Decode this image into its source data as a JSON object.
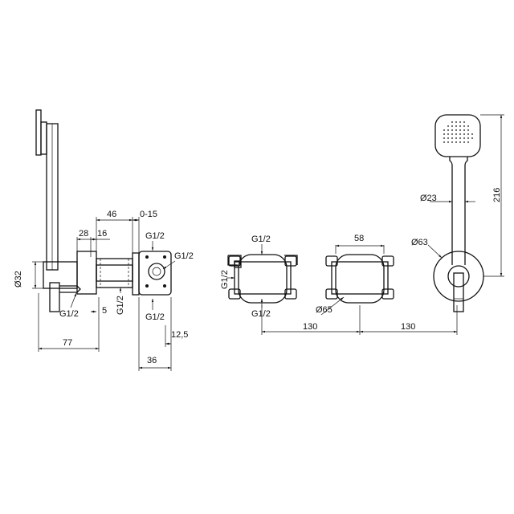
{
  "colors": {
    "line": "#111111",
    "background": "#ffffff"
  },
  "side_view": {
    "dims": {
      "d46": "46",
      "d0_15": "0-15",
      "d28": "28",
      "d16": "16",
      "g12_top": "G1/2",
      "g12_right": "G1/2",
      "g12_mid_vertical": "G1/2",
      "g12_bottom_left": "G1/2",
      "g12_bottom_right": "G1/2",
      "d5": "5",
      "dia32": "Ø32",
      "d77": "77",
      "d12_5": "12,5",
      "d36": "36"
    }
  },
  "plate_view": {
    "dims": {
      "g12_top": "G1/2",
      "g12_left": "G1/2",
      "g12_bottom": "G1/2",
      "d58": "58",
      "dia65": "Ø65",
      "d130_a": "130",
      "d130_b": "130"
    }
  },
  "handshower_view": {
    "dims": {
      "dia23": "Ø23",
      "dia63": "Ø63",
      "d216": "216"
    }
  }
}
